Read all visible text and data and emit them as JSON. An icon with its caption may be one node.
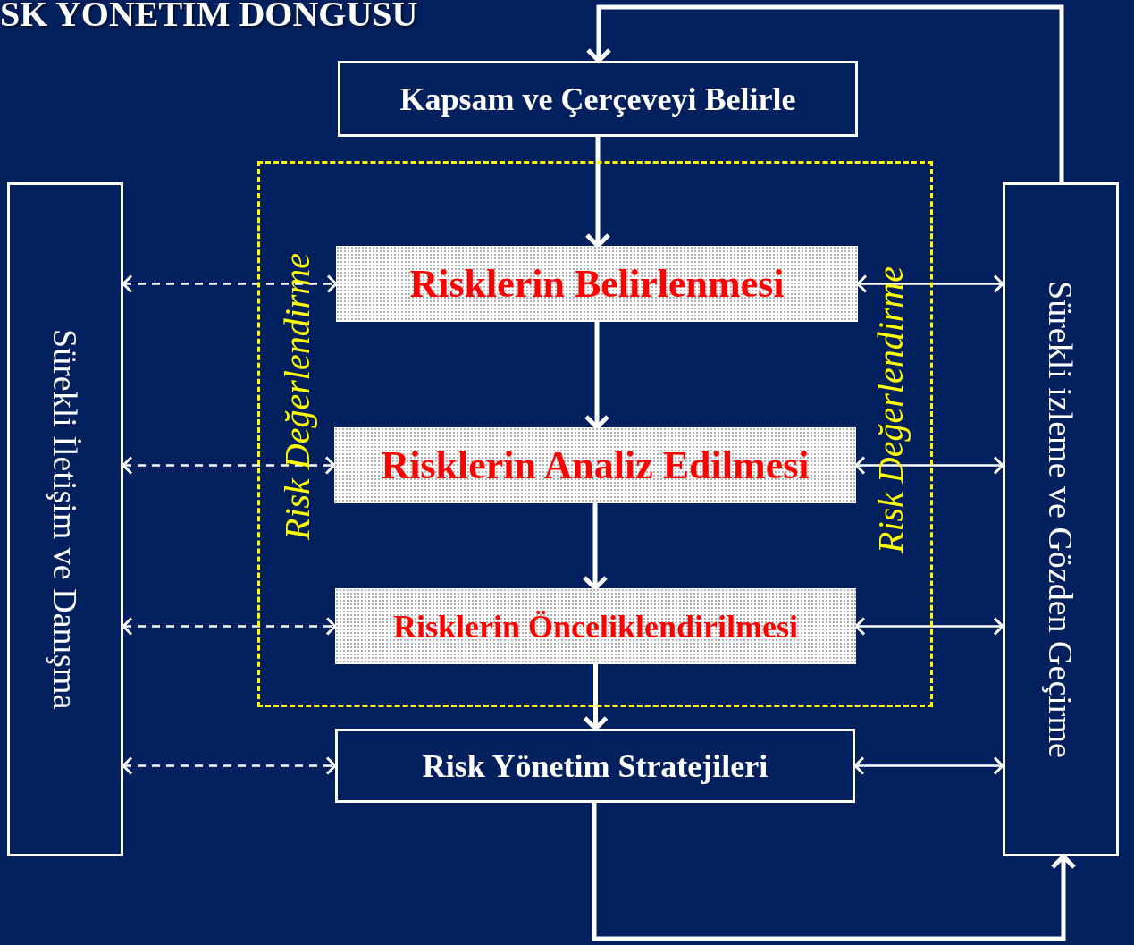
{
  "diagram": {
    "title": "SK YÖNETİM DÖNGÜSÜ",
    "nodes": [
      {
        "text": [
          "Kapsam ve Çerçeveyi Belirle"
        ]
      },
      {
        "text": [
          "Risk Değerlendirme",
          "Risk Değerlendirme"
        ]
      },
      {
        "text": [
          "Risklerin Belirlenmesi"
        ],
        "in": 1
      },
      {
        "text": [
          "Risklerin Analiz Edilmesi"
        ],
        "in": 1
      },
      {
        "text": [
          "Risklerin Önceliklendirilmesi"
        ],
        "in": 1
      },
      {
        "text": [
          "Risk Yönetim Stratejileri"
        ]
      },
      {
        "text": [
          "Sürekli İletişim ve Danışma"
        ]
      },
      {
        "text": [
          "Sürekli izleme ve Gözden Geçirme"
        ]
      }
    ],
    "edges": [
      {
        "from": 0,
        "to": 2,
        "arrow": "to",
        "style": "thick"
      },
      {
        "from": 2,
        "to": 3,
        "arrow": "to",
        "style": "thick"
      },
      {
        "from": 3,
        "to": 4,
        "arrow": "to",
        "style": "thick"
      },
      {
        "from": 4,
        "to": 5,
        "arrow": "to",
        "style": "thick"
      },
      {
        "from": 5,
        "to": 7,
        "arrow": "to",
        "style": "thick"
      },
      {
        "from": 7,
        "to": 0,
        "arrow": "to",
        "style": "thick"
      },
      {
        "from": 6,
        "to": 2,
        "arrow": "both",
        "style": "dashed"
      },
      {
        "from": 6,
        "to": 3,
        "arrow": "both",
        "style": "dashed"
      },
      {
        "from": 6,
        "to": 4,
        "arrow": "both",
        "style": "dashed"
      },
      {
        "from": 6,
        "to": 5,
        "arrow": "both",
        "style": "dashed"
      },
      {
        "from": 2,
        "to": 7,
        "arrow": "both"
      },
      {
        "from": 3,
        "to": 7,
        "arrow": "both"
      },
      {
        "from": 4,
        "to": 7,
        "arrow": "both"
      },
      {
        "from": 5,
        "to": 7,
        "arrow": "both"
      }
    ]
  }
}
